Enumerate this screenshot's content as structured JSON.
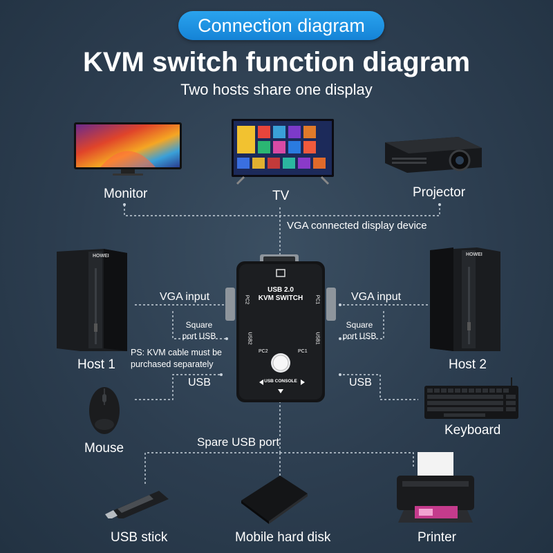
{
  "header": {
    "badge": "Connection diagram",
    "title": "KVM switch function diagram",
    "subtitle": "Two hosts share one display"
  },
  "displays": {
    "monitor": "Monitor",
    "tv": "TV",
    "projector": "Projector",
    "vga_caption": "VGA connected display device"
  },
  "hosts": {
    "host1": "Host 1",
    "host2": "Host 2",
    "brand": "HOWEI"
  },
  "ports": {
    "left_vga": "VGA input",
    "left_usb_square": "Square\nport USB",
    "left_usb": "USB",
    "right_vga": "VGA input",
    "right_usb_square": "Square\nport USB",
    "right_usb": "USB",
    "note": "PS: KVM cable must be\npurchased separately"
  },
  "kvm": {
    "line1": "USB 2.0",
    "line2": "KVM SWITCH",
    "pc1": "PC1",
    "pc2": "PC2",
    "usb1": "USB1",
    "usb2": "USB2",
    "console": "USB CONSOLE"
  },
  "peripherals": {
    "mouse": "Mouse",
    "keyboard": "Keyboard",
    "spare": "Spare USB port",
    "usb_stick": "USB stick",
    "hard_disk": "Mobile hard disk",
    "printer": "Printer"
  },
  "colors": {
    "accent": "#1e90e6",
    "background": "#2f4254",
    "wire": "#c9d3dc"
  }
}
